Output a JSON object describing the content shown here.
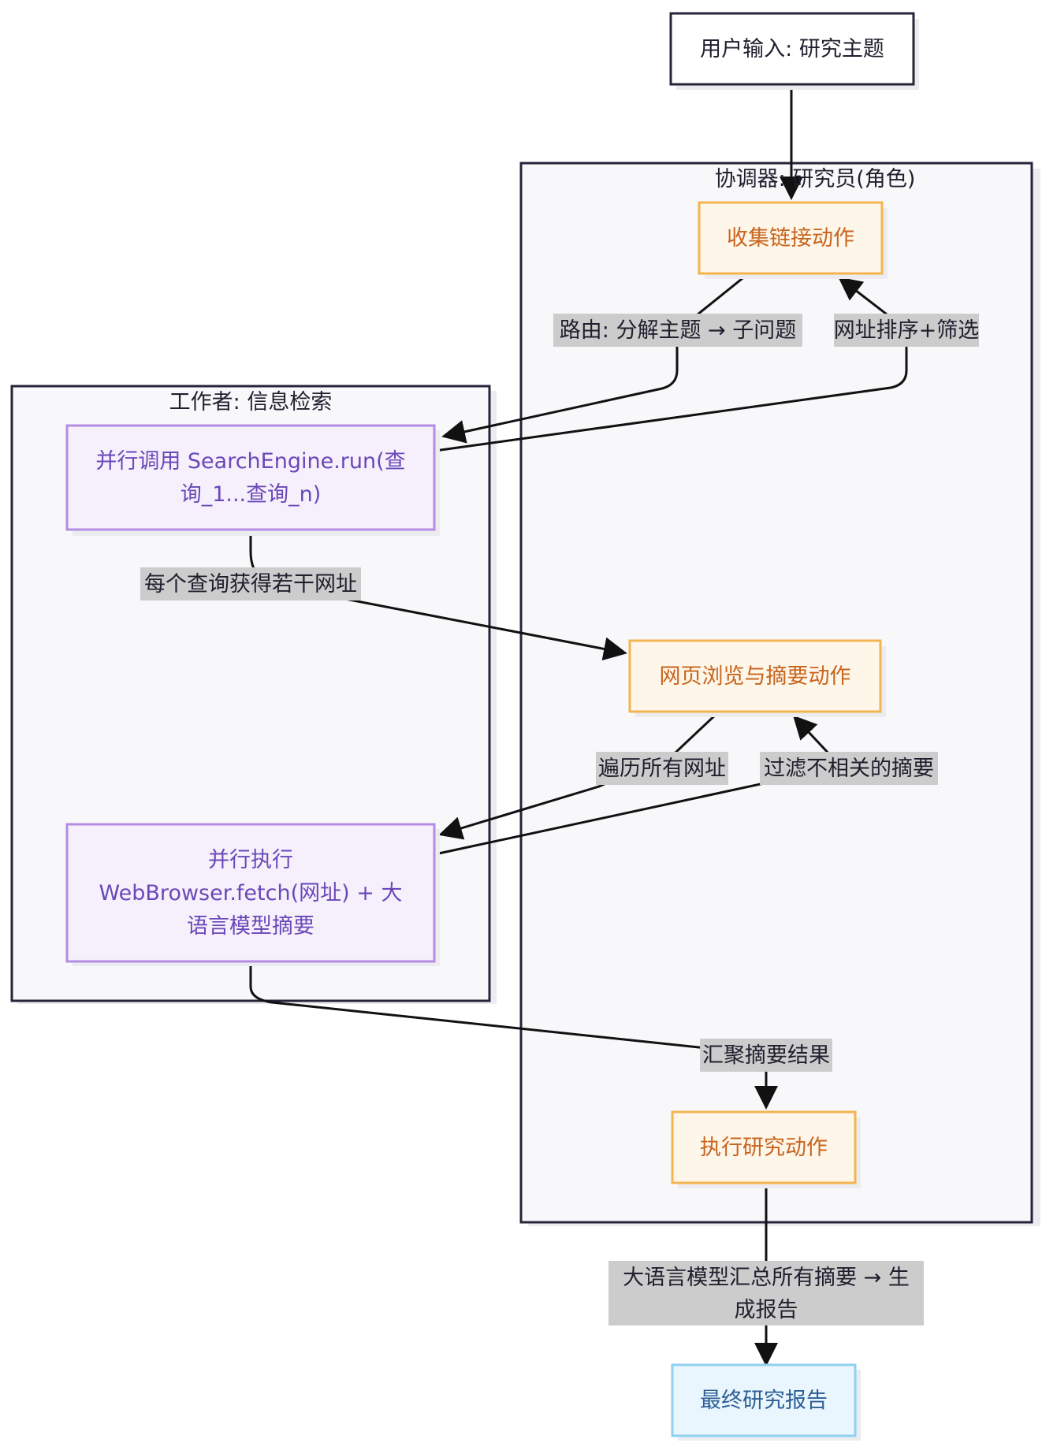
{
  "clusters": {
    "coordinator": {
      "title": "协调器: 研究员(角色)"
    },
    "worker": {
      "title": "工作者: 信息检索"
    }
  },
  "nodes": {
    "user_input": "用户输入: 研究主题",
    "collect_links": "收集链接动作",
    "browse_summarize": "网页浏览与摘要动作",
    "execute_research": "执行研究动作",
    "final_report": "最终研究报告",
    "search_parallel": {
      "line1": "并行调用 SearchEngine.run(查",
      "line2": "询_1...查询_n)"
    },
    "fetch_parallel": {
      "line1": "并行执行",
      "line2": "WebBrowser.fetch(网址) + 大",
      "line3": "语言模型摘要"
    }
  },
  "edge_labels": {
    "route": "路由: 分解主题 → 子问题",
    "rank_filter": "网址排序+筛选",
    "urls_per_query": "每个查询获得若干网址",
    "iterate_urls": "遍历所有网址",
    "filter_irrelevant": "过滤不相关的摘要",
    "aggregate": "汇聚摘要结果",
    "llm_summary": {
      "line1": "大语言模型汇总所有摘要 → 生",
      "line2": "成报告"
    }
  },
  "colors": {
    "coordinator_node_fill": "#fef6e9",
    "coordinator_node_stroke": "#f4b450",
    "worker_node_fill": "#f6f0fc",
    "worker_node_stroke": "#b48ce4",
    "report_node_fill": "#eaf6fd",
    "report_node_stroke": "#8fd1f1",
    "edge_label_bg": "#cccccc"
  }
}
